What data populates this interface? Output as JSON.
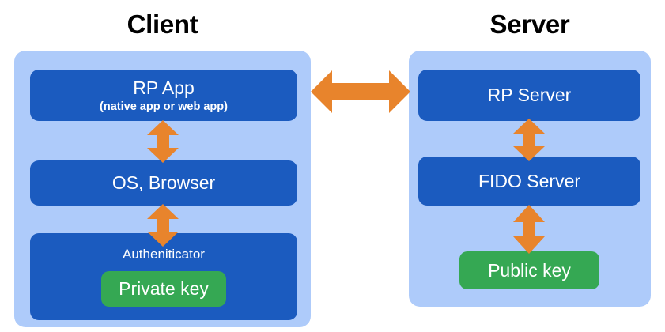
{
  "diagram": {
    "title_client": "Client",
    "title_server": "Server",
    "colors": {
      "panel_blue": "#AECBFA",
      "box_blue": "#1B5BBF",
      "key_green": "#35A853",
      "arrow_orange": "#E8842C",
      "text_white": "#FFFFFF",
      "title_black": "#000000",
      "background": "#FFFFFF"
    }
  },
  "client": {
    "panel_label": "Client",
    "boxes": [
      {
        "title": "RP App",
        "subtitle": "(native app or web app)"
      },
      {
        "title": "OS, Browser",
        "subtitle": ""
      },
      {
        "title": "Autheniticator",
        "subtitle": ""
      }
    ],
    "key": {
      "label": "Private key"
    }
  },
  "server": {
    "panel_label": "Server",
    "boxes": [
      {
        "title": "RP Server",
        "subtitle": ""
      },
      {
        "title": "FIDO Server",
        "subtitle": ""
      }
    ],
    "key": {
      "label": "Public key"
    }
  },
  "arrows": [
    {
      "name": "rp-app-to-os-browser",
      "direction": "bidirectional-vertical"
    },
    {
      "name": "os-browser-to-authenticator",
      "direction": "bidirectional-vertical"
    },
    {
      "name": "client-to-server",
      "direction": "bidirectional-horizontal"
    },
    {
      "name": "rp-server-to-fido-server",
      "direction": "bidirectional-vertical"
    },
    {
      "name": "fido-server-to-public-key",
      "direction": "bidirectional-vertical"
    }
  ]
}
